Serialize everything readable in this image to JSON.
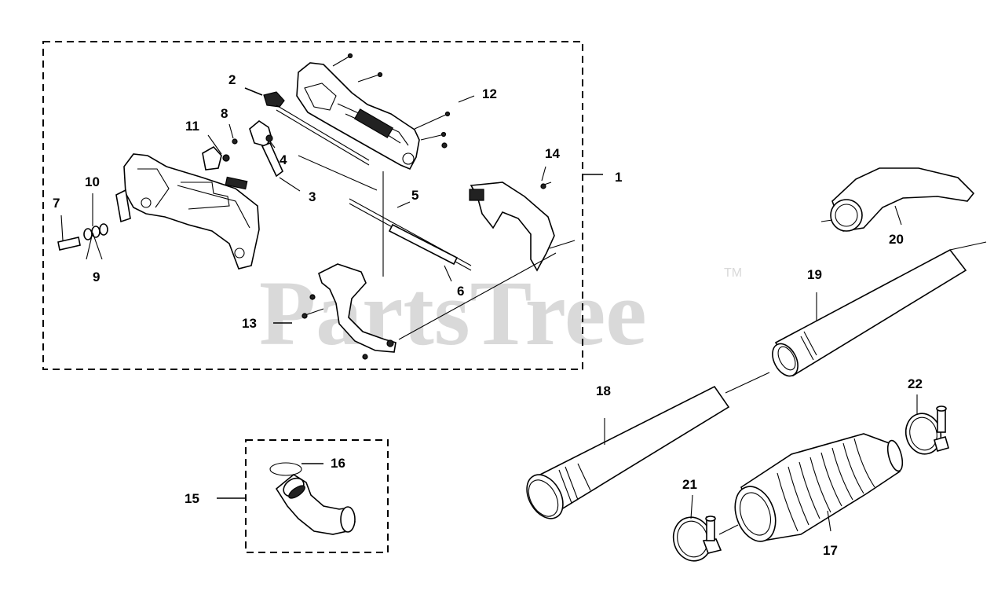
{
  "watermark": {
    "text": "PartsTree",
    "tm": "TM"
  },
  "callouts": {
    "c1": "1",
    "c2": "2",
    "c3": "3",
    "c4": "4",
    "c5": "5",
    "c6": "6",
    "c7": "7",
    "c8": "8",
    "c9": "9",
    "c10": "10",
    "c11": "11",
    "c12": "12",
    "c13": "13",
    "c14": "14",
    "c15": "15",
    "c16": "16",
    "c17": "17",
    "c18": "18",
    "c19": "19",
    "c20": "20",
    "c21": "21",
    "c22": "22"
  }
}
